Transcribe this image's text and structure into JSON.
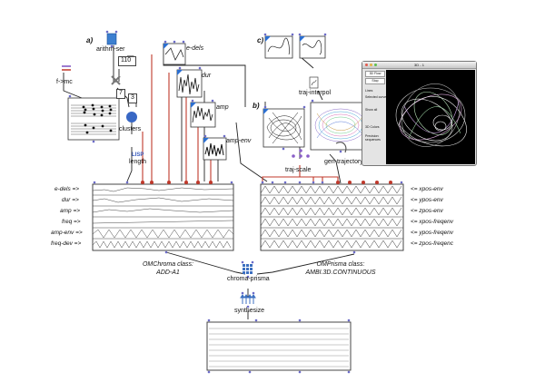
{
  "section_labels": {
    "a": "a)",
    "b": "b)",
    "c": "c)"
  },
  "nodes": {
    "arithm_ser": "arithm-ser",
    "e_dels": "e-dels",
    "num_110": "110",
    "num_7": "7",
    "num_3": "3",
    "f_mc": "f->mc",
    "clusters": "clusters",
    "length_lisp": "LISP",
    "length": "length",
    "dur": "dur",
    "amp": "amp",
    "amp_env": "amp-env",
    "traj_interpol": "traj-interpol",
    "traj_scale": "traj-scale",
    "gen_trajectory": "gen-trajectory",
    "chroma_prisma": "chroma-prisma",
    "synthesize": "synthesize"
  },
  "left_matrix_rows": [
    "e-dels =>",
    "dur =>",
    "amp =>",
    "freq =>",
    "amp-env =>",
    "freq-dev =>"
  ],
  "right_matrix_rows": [
    "<= xpos-env",
    "<= ypos-env",
    "<= zpos-env",
    "<= xpos-freqenv",
    "<= ypos-freqenv",
    "<= zpos-freqenc"
  ],
  "captions": {
    "left_line1": "OMChroma class:",
    "left_line2": "ADD-A1",
    "right_line1": "OMPrisma class:",
    "right_line2": "AMBI.3D.CONTINUOUS"
  },
  "viewer_window": {
    "title": "3D - 1",
    "buttons": [
      "3D Flow",
      "Stop"
    ],
    "options": [
      "Lines",
      "Selected curve",
      "Show all",
      "3D Colors"
    ],
    "value_label": "Precision: sequences"
  },
  "colors": {
    "connection_red": "#c0392b",
    "node_port": "#6c6cc8",
    "selection_blue": "#2b6fd1"
  }
}
